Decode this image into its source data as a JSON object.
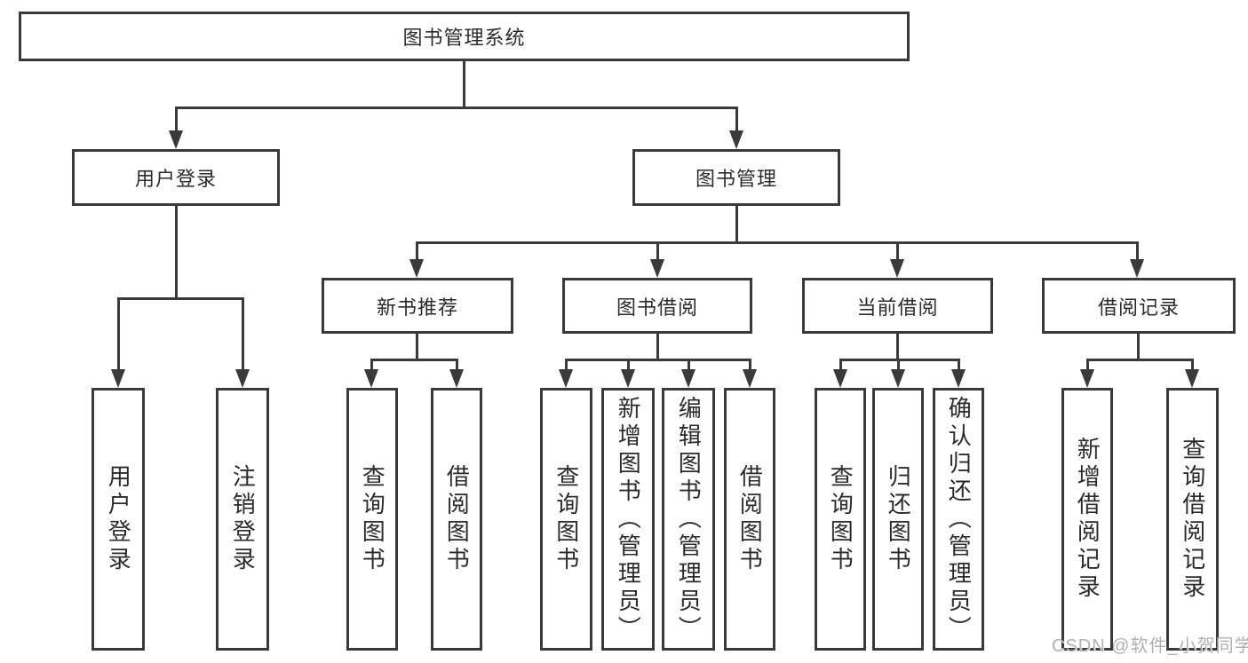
{
  "tree": {
    "label": "图书管理系统",
    "children": [
      {
        "label": "用户登录",
        "children": [
          {
            "label": "用户登录"
          },
          {
            "label": "注销登录"
          }
        ]
      },
      {
        "label": "图书管理",
        "children": [
          {
            "label": "新书推荐",
            "children": [
              {
                "label": "查询图书"
              },
              {
                "label": "借阅图书"
              }
            ]
          },
          {
            "label": "图书借阅",
            "children": [
              {
                "label": "查询图书"
              },
              {
                "label": "新增图书（管理员）"
              },
              {
                "label": "编辑图书（管理员）"
              },
              {
                "label": "借阅图书"
              }
            ]
          },
          {
            "label": "当前借阅",
            "children": [
              {
                "label": "查询图书"
              },
              {
                "label": "归还图书"
              },
              {
                "label": "确认归还（管理员）"
              }
            ]
          },
          {
            "label": "借阅记录",
            "children": [
              {
                "label": "新增借阅记录"
              },
              {
                "label": "查询借阅记录"
              }
            ]
          }
        ]
      }
    ]
  },
  "watermark": {
    "text": "CSDN @软件_小贺同学"
  },
  "colors": {
    "line": "#3a3a3a",
    "text": "#2b2b2b",
    "watermark": "#b1b1b1",
    "background": "#ffffff"
  }
}
